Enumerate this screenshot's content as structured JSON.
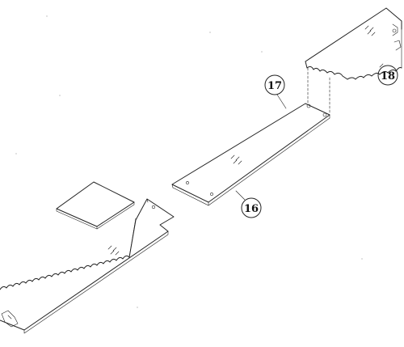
{
  "callouts": {
    "part_16": "16",
    "part_17": "17",
    "part_18": "18"
  },
  "colors": {
    "line": "#222222",
    "background": "#ffffff"
  }
}
